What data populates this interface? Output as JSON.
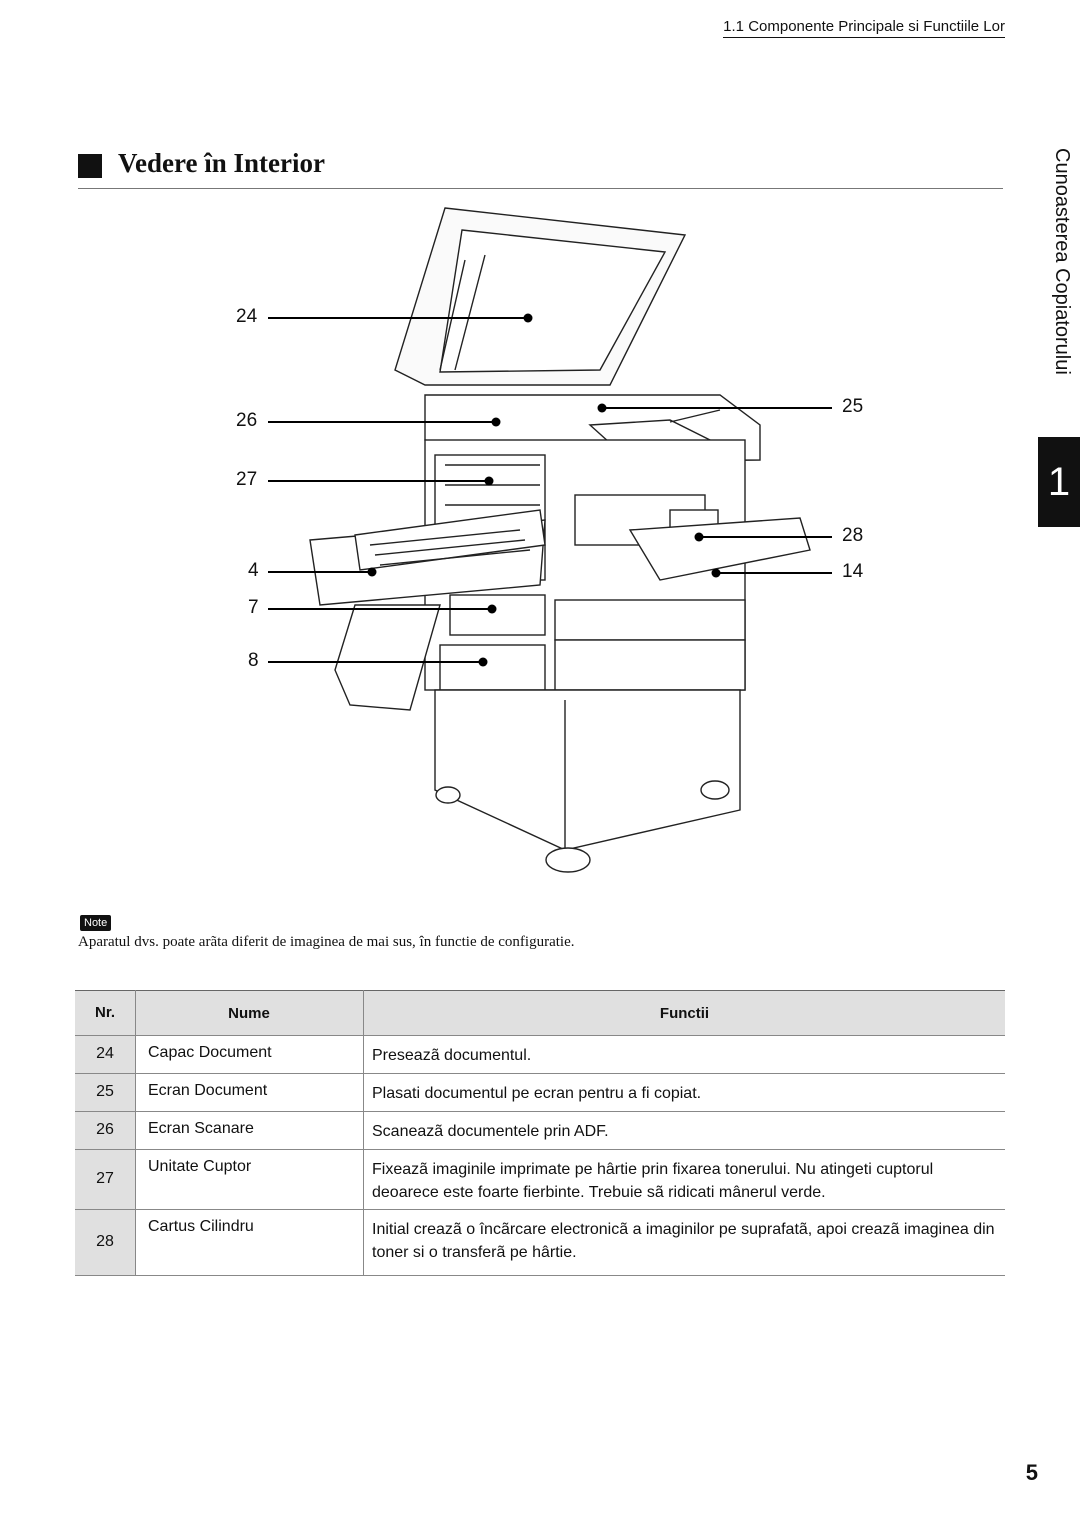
{
  "header": {
    "chapter": "1.1 Componente Principale si Functiile Lor"
  },
  "section": {
    "title": "Vedere în Interior"
  },
  "side": {
    "tab_label": "Cunoasterea Copiatorului",
    "chapter_number": "1"
  },
  "diagram": {
    "callouts_left": [
      "24",
      "26",
      "27",
      "4",
      "7",
      "8"
    ],
    "callouts_right": [
      "25",
      "28",
      "14"
    ]
  },
  "note": {
    "badge": "Note",
    "text": "Aparatul dvs. poate arãta diferit de imaginea de mai sus, în functie de configuratie."
  },
  "table": {
    "headers": {
      "nr": "Nr.",
      "nume": "Nume",
      "functii": "Functii"
    },
    "rows": [
      {
        "nr": "24",
        "nume": "Capac Document",
        "functii": "Preseazã documentul."
      },
      {
        "nr": "25",
        "nume": "Ecran Document",
        "functii": "Plasati documentul pe ecran pentru a fi copiat."
      },
      {
        "nr": "26",
        "nume": "Ecran Scanare",
        "functii": "Scaneazã documentele prin ADF."
      },
      {
        "nr": "27",
        "nume": "Unitate Cuptor",
        "functii": "Fixeazã imaginile imprimate pe hârtie prin fixarea tonerului. Nu atingeti cuptorul deoarece este foarte fierbinte. Trebuie sã ridicati mânerul verde."
      },
      {
        "nr": "28",
        "nume": "Cartus Cilindru",
        "functii": "Initial creazã o încãrcare electronicã a imaginilor pe suprafatã, apoi creazã imaginea din toner si o transferã pe hârtie."
      }
    ]
  },
  "page": {
    "number": "5"
  }
}
